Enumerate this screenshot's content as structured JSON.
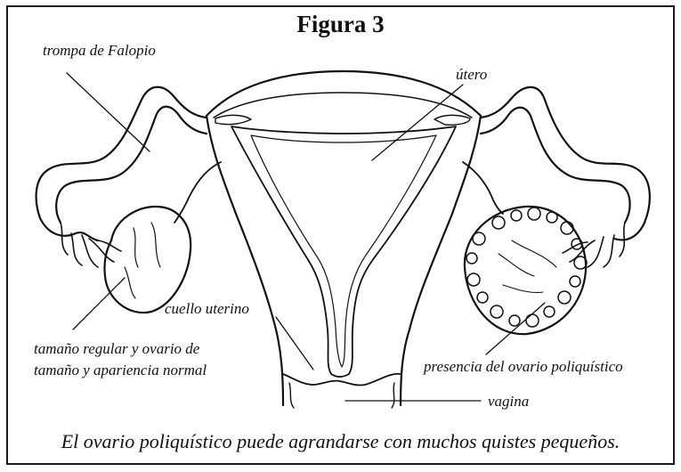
{
  "title": "Figura 3",
  "labels": {
    "fallopian_tube": "trompa de Falopio",
    "uterus": "útero",
    "cervix": "cuello uterino",
    "normal_ovary_line1": "tamaño regular y ovario de",
    "normal_ovary_line2": "tamaño y apariencia normal",
    "polycystic_ovary": "presencia del ovario poliquístico",
    "vagina": "vagina"
  },
  "caption": "El ovario poliquístico puede agrandarse con muchos quistes pequeños.",
  "colors": {
    "ink": "#111111",
    "background": "#ffffff"
  }
}
